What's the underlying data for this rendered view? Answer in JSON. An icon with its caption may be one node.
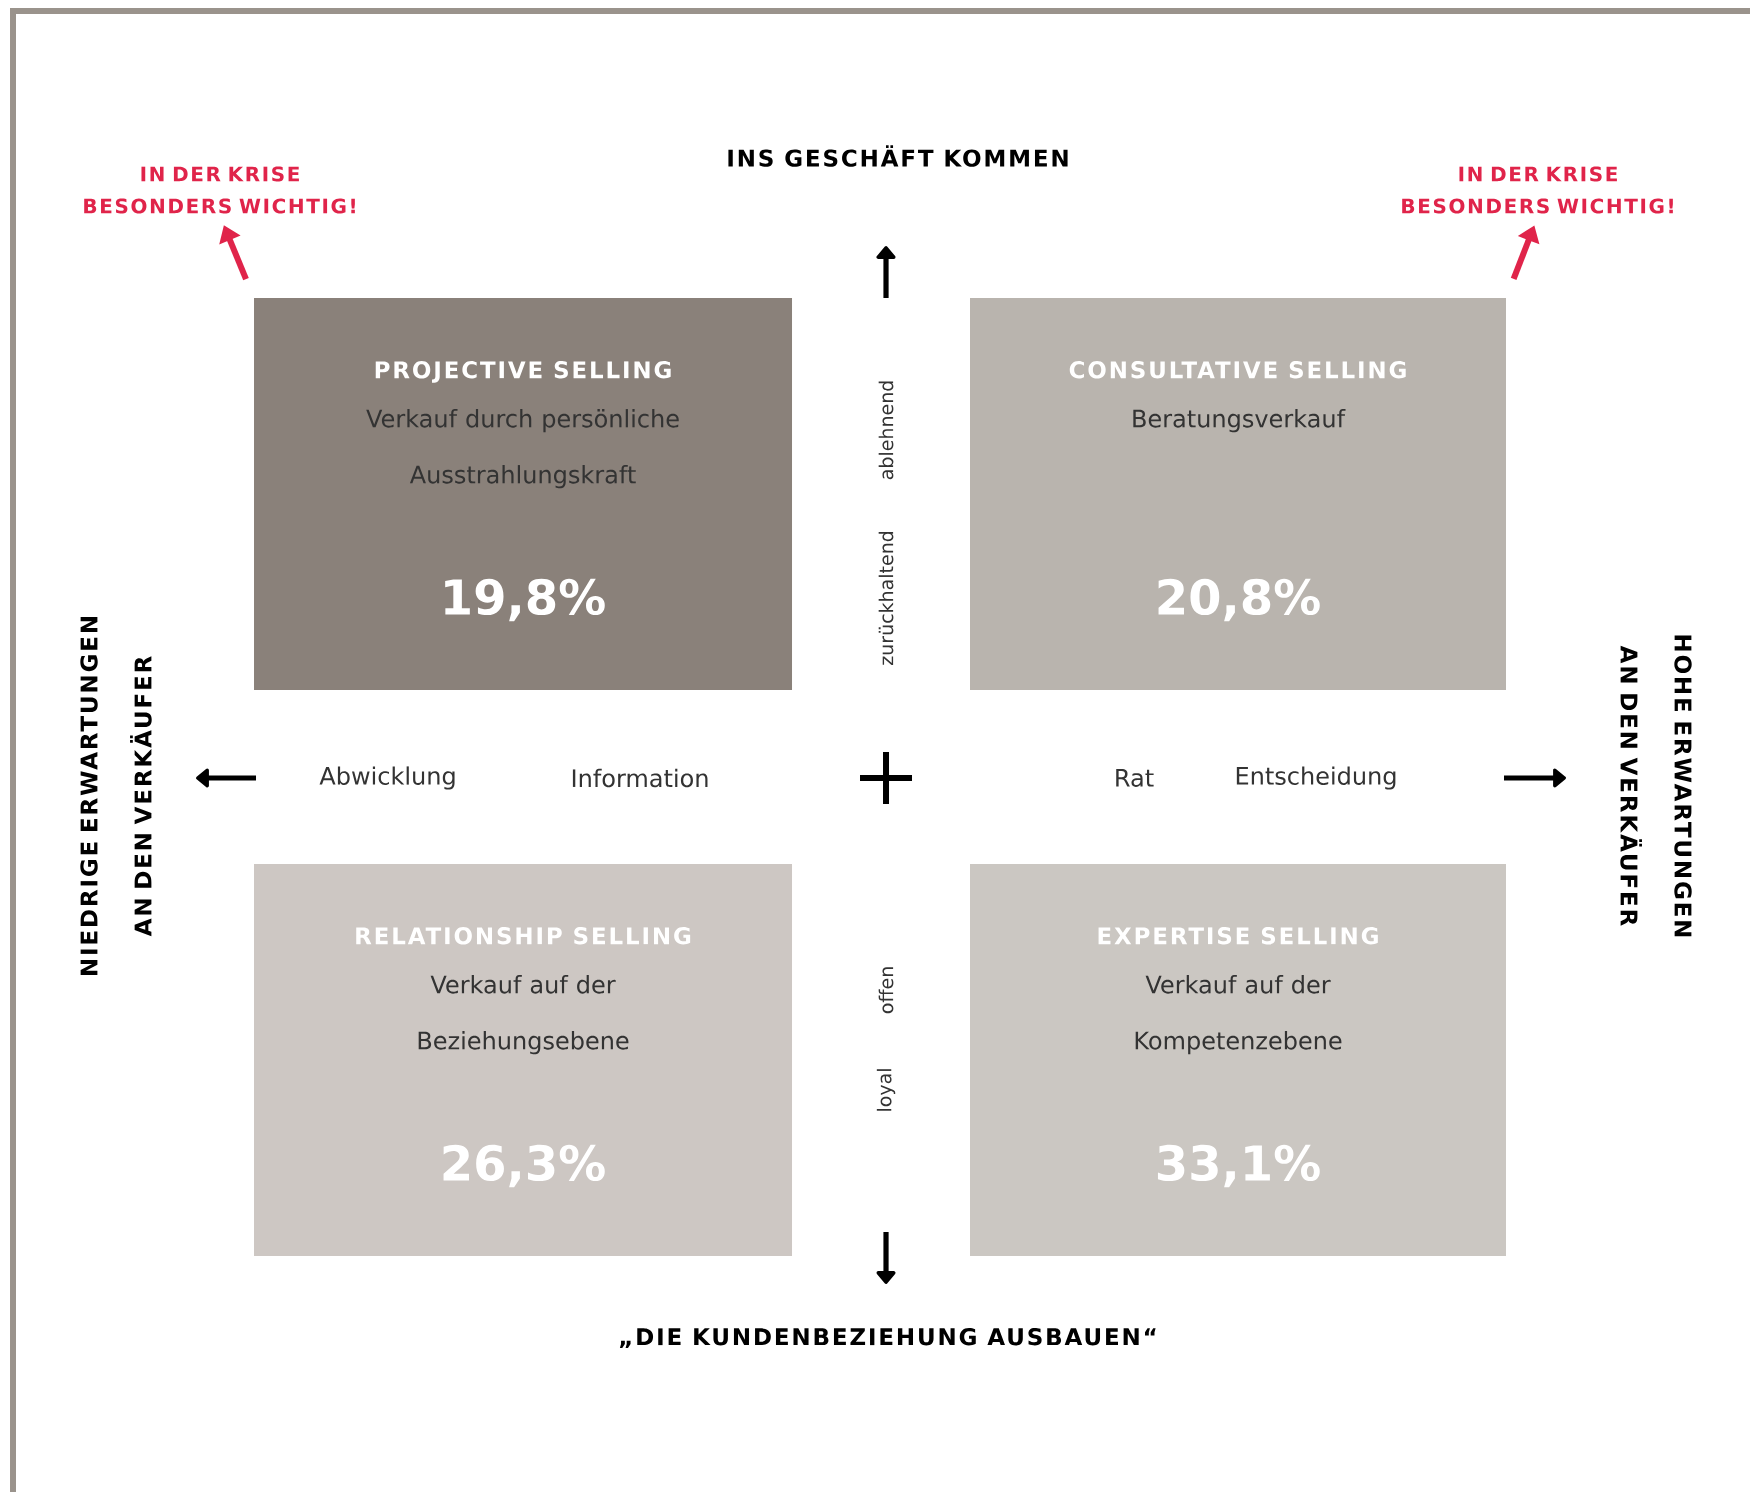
{
  "diagram": {
    "nodes": [
      {
        "text": [
          "PROJECTIVE SELLING",
          "Verkauf durch persönliche Ausstrahlungskraft",
          "19,8%"
        ]
      },
      {
        "text": [
          "CONSULTATIVE SELLING",
          "Beratungsverkauf",
          "20,8%"
        ]
      },
      {
        "text": [
          "RELATIONSHIP SELLING",
          "Verkauf auf der Beziehungsebene",
          "26,3%"
        ]
      },
      {
        "text": [
          "EXPERTISE SELLING",
          "Verkauf auf der Kompetenzebene",
          "33,1%"
        ]
      },
      {
        "text": [
          "IN DER KRISE BESONDERS WICHTIG!"
        ]
      },
      {
        "text": [
          "IN DER KRISE BESONDERS WICHTIG!"
        ]
      }
    ],
    "edges": [
      {
        "from": 0,
        "to": 4,
        "arrow": "to"
      },
      {
        "from": 1,
        "to": 5,
        "arrow": "to"
      }
    ],
    "labels": [
      "INS GESCHÄFT KOMMEN",
      "NIEDRIGE ERWARTUNGEN AN DEN VERKÄUFER",
      "HOHE ERWARTUNGEN AN DEN VERKÄUFER",
      "ablehnend",
      "zurückhaltend",
      "Abwicklung",
      "Information",
      "Rat",
      "Entscheidung",
      "offen",
      "loyal",
      "„DIE KUNDENBEZIEHUNG AUSBAUEN“"
    ]
  }
}
